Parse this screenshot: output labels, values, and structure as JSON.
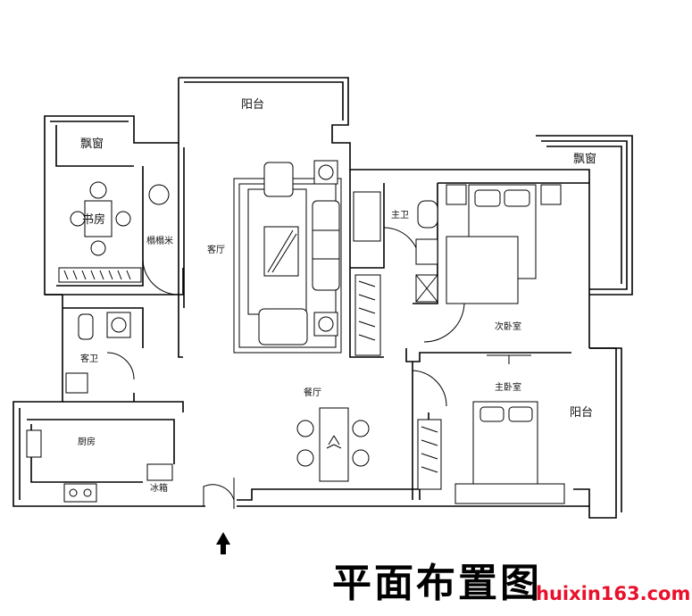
{
  "rooms": {
    "balcony_top": "阳台",
    "bay_window_left": "飘窗",
    "bay_window_right": "飘窗",
    "study": "书房",
    "cabinet": "榻榻米",
    "living_room": "客厅",
    "master_bath": "主卫",
    "second_bedroom": "次卧室",
    "guest_bath": "客卫",
    "dining_room": "餐厅",
    "master_bedroom": "主卧室",
    "balcony_right": "阳台",
    "kitchen": "厨房",
    "fridge": "冰箱"
  },
  "title": "平面布置图",
  "watermark": "huixin163.com"
}
